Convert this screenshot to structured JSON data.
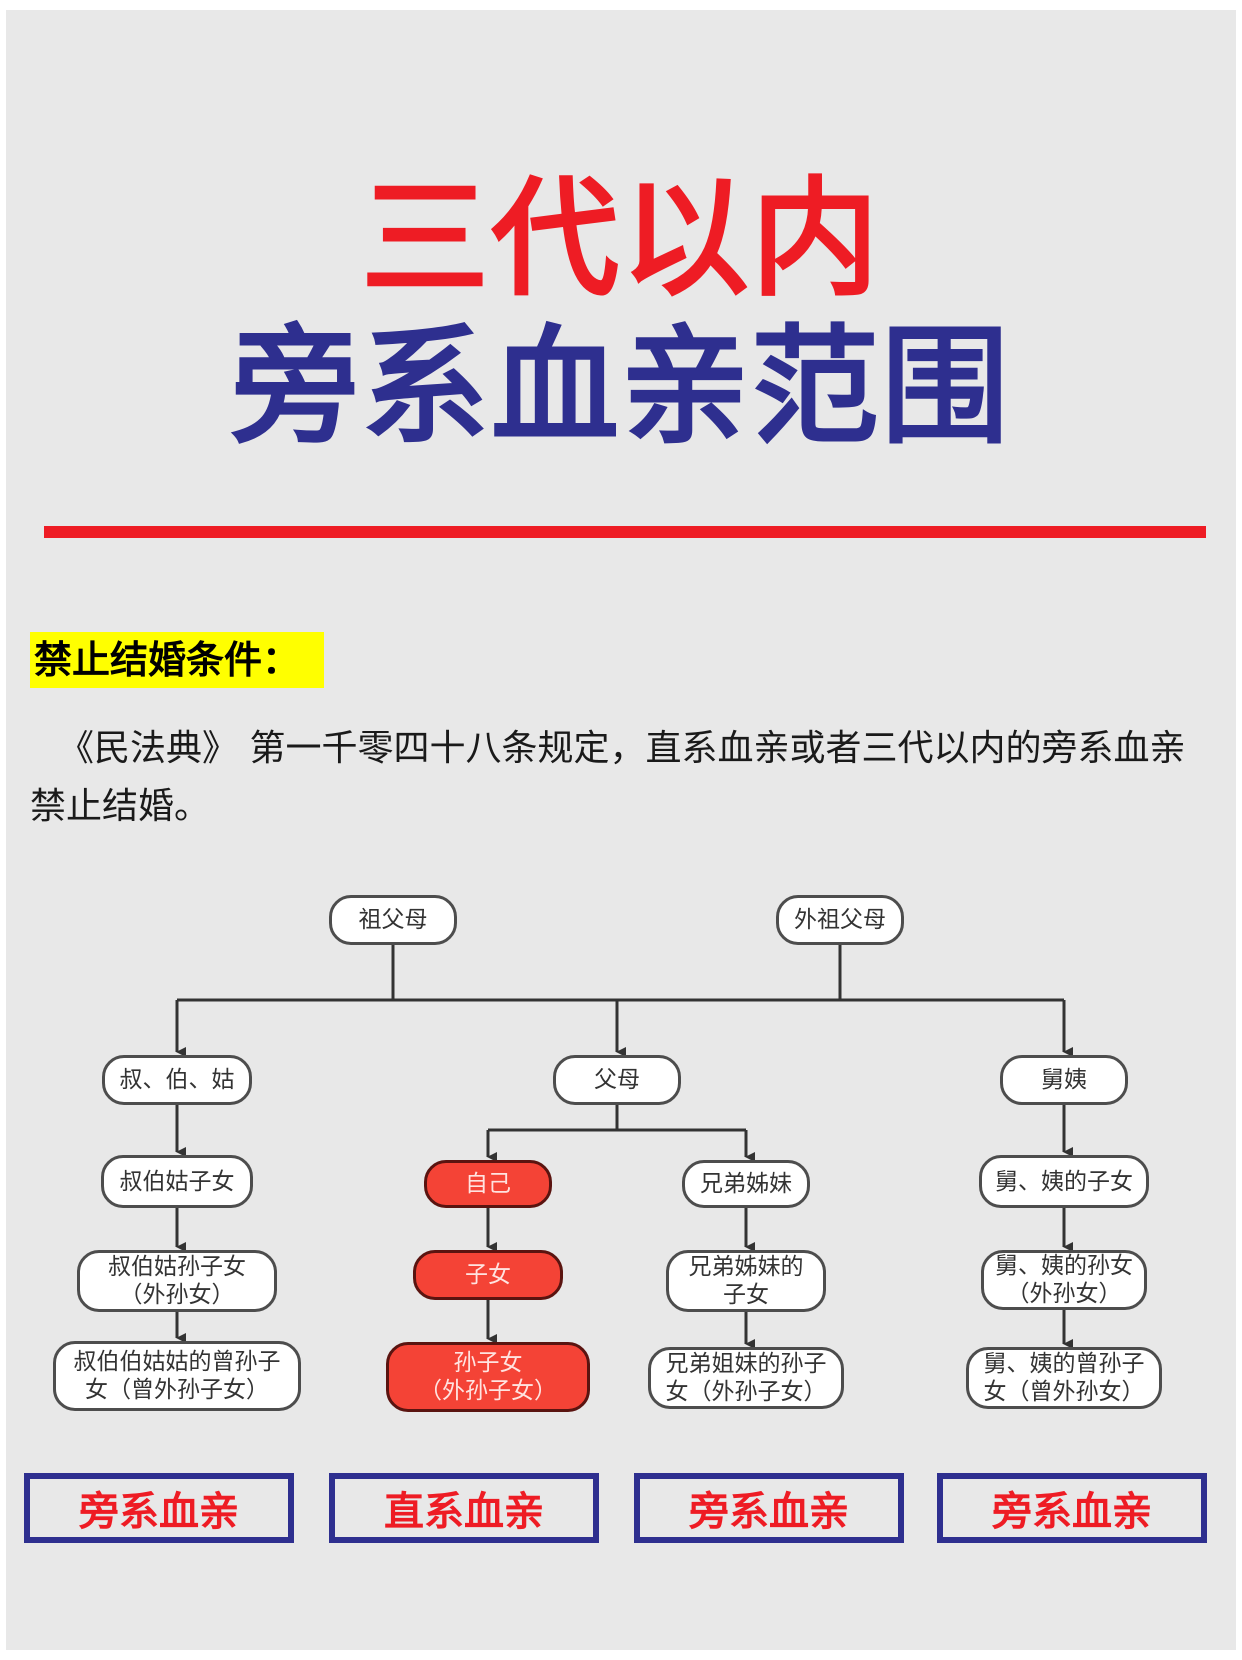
{
  "title": {
    "line1": "三代以内",
    "line2": "旁系血亲范围"
  },
  "section_label": "禁止结婚条件：",
  "intro": "《民法典》 第一千零四十八条规定，直系血亲或者三代以内的旁系血亲禁止结婚。",
  "colors": {
    "title_red": "#ee1c24",
    "title_blue": "#2e2f8f",
    "highlight": "#ffff00",
    "direct_node": "#f44336",
    "box_border": "#2e2f8f"
  },
  "tree": {
    "grandparents": "祖父母",
    "maternal_grandparents": "外祖父母",
    "paternal_branch": [
      "叔、伯、姑",
      "叔伯姑子女",
      "叔伯姑孙子女\n（外孙女）",
      "叔伯伯姑姑的曾孙子\n女（曾外孙子女）"
    ],
    "parents": "父母",
    "direct_line": [
      "自己",
      "子女",
      "孙子女\n（外孙子女）"
    ],
    "sibling_line": [
      "兄弟姊妹",
      "兄弟姊妹的\n子女",
      "兄弟姐妹的孙子\n女（外孙子女）"
    ],
    "maternal_branch": [
      "舅姨",
      "舅、姨的子女",
      "舅、姨的孙女\n（外孙女）",
      "舅、姨的曾孙子\n女（曾外孙女）"
    ]
  },
  "categories": [
    "旁系血亲",
    "直系血亲",
    "旁系血亲",
    "旁系血亲"
  ]
}
